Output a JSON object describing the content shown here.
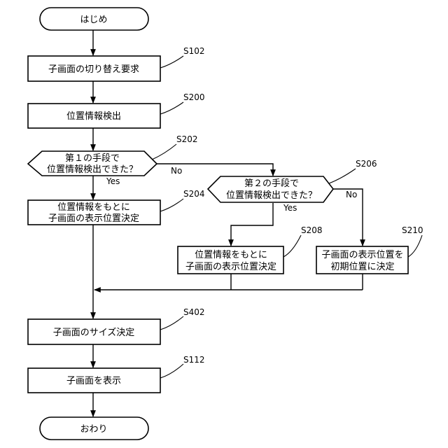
{
  "nodes": {
    "start": "はじめ",
    "s102": "子画面の切り替え要求",
    "s200": "位置情報検出",
    "s202_line1": "第１の手段で",
    "s202_line2": "位置情報検出できた？",
    "s204_line1": "位置情報をもとに",
    "s204_line2": "子画面の表示位置決定",
    "s206_line1": "第２の手段で",
    "s206_line2": "位置情報検出できた？",
    "s208_line1": "位置情報をもとに",
    "s208_line2": "子画面の表示位置決定",
    "s210_line1": "子画面の表示位置を",
    "s210_line2": "初期位置に決定",
    "s402": "子画面のサイズ決定",
    "s112": "子画面を表示",
    "end": "おわり"
  },
  "refs": {
    "s102": "S102",
    "s200": "S200",
    "s202": "S202",
    "s204": "S204",
    "s206": "S206",
    "s208": "S208",
    "s210": "S210",
    "s402": "S402",
    "s112": "S112"
  },
  "edge_labels": {
    "s202_no": "No",
    "s202_yes": "Yes",
    "s206_no": "No",
    "s206_yes": "Yes"
  }
}
